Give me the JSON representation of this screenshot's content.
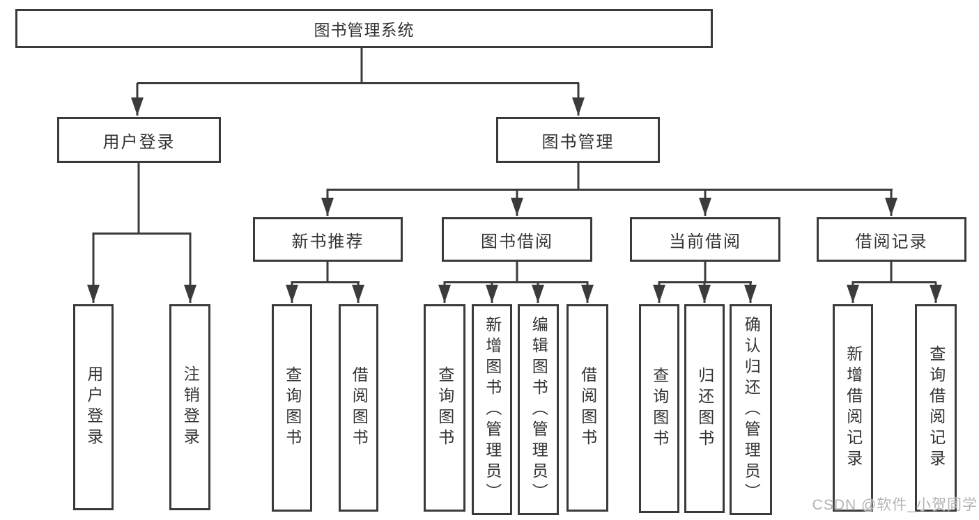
{
  "diagram_type": "tree",
  "tree": {
    "root": {
      "label": "图书管理系统"
    },
    "branches": [
      {
        "label": "用户登录",
        "children": [
          {
            "label": "用户登录"
          },
          {
            "label": "注销登录"
          }
        ]
      },
      {
        "label": "图书管理",
        "children": [
          {
            "label": "新书推荐",
            "children": [
              {
                "label": "查询图书"
              },
              {
                "label": "借阅图书"
              }
            ]
          },
          {
            "label": "图书借阅",
            "children": [
              {
                "label": "查询图书"
              },
              {
                "label": "新增图书（管理员）"
              },
              {
                "label": "编辑图书（管理员）"
              },
              {
                "label": "借阅图书"
              }
            ]
          },
          {
            "label": "当前借阅",
            "children": [
              {
                "label": "查询图书"
              },
              {
                "label": "归还图书"
              },
              {
                "label": "确认归还（管理员）"
              }
            ]
          },
          {
            "label": "借阅记录",
            "children": [
              {
                "label": "新增借阅记录"
              },
              {
                "label": "查询借阅记录"
              }
            ]
          }
        ]
      }
    ]
  },
  "watermark": {
    "text": "CSDN @软件_小贺同学"
  },
  "colors": {
    "line": "#3b3b3b",
    "border": "#3a3a3a",
    "text": "#333333",
    "background": "#ffffff",
    "watermark": "#b3b3b3"
  }
}
